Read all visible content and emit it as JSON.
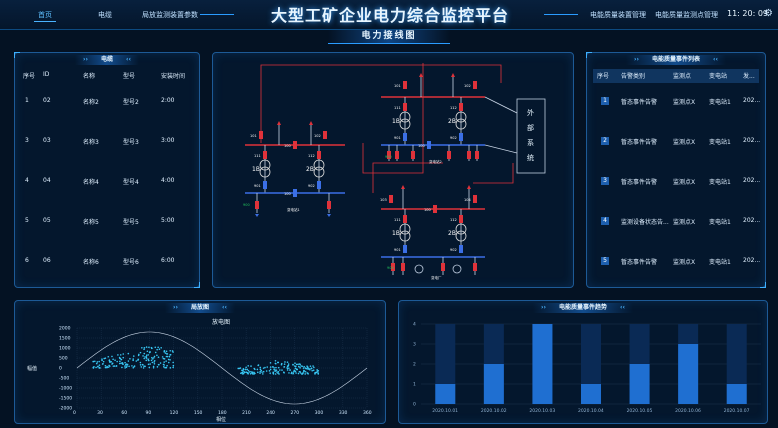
{
  "header": {
    "title": "大型工矿企业电力综合监控平台",
    "nav_left": [
      "首页",
      "电缆",
      "局放监测装置参数"
    ],
    "nav_right": [
      "电能质量装置管理",
      "电能质量监测点管理"
    ],
    "clock": "11: 20: 09"
  },
  "subtitle": "电力接线图",
  "cable_panel": {
    "title": "电缆",
    "columns": [
      "序号",
      "ID",
      "名称",
      "型号",
      "安装时间"
    ],
    "rows": [
      [
        "1",
        "02",
        "名称2",
        "型号2",
        "2:00"
      ],
      [
        "3",
        "03",
        "名称3",
        "型号3",
        "3:00"
      ],
      [
        "4",
        "04",
        "名称4",
        "型号4",
        "4:00"
      ],
      [
        "5",
        "05",
        "名称5",
        "型号5",
        "5:00"
      ],
      [
        "6",
        "06",
        "名称6",
        "型号6",
        "6:00"
      ]
    ]
  },
  "event_panel": {
    "title": "电能质量事件列表",
    "columns": [
      "序号",
      "告警类别",
      "监测点",
      "变电站",
      "发..."
    ],
    "rows": [
      [
        "1",
        "暂态事件告警",
        "监测点X",
        "变电站1",
        "202..."
      ],
      [
        "2",
        "暂态事件告警",
        "监测点X",
        "变电站1",
        "202..."
      ],
      [
        "3",
        "暂态事件告警",
        "监测点X",
        "变电站1",
        "202..."
      ],
      [
        "4",
        "监测设备状态告...",
        "监测点X",
        "变电站1",
        "202..."
      ],
      [
        "5",
        "暂态事件告警",
        "监测点X",
        "变电站1",
        "202..."
      ]
    ]
  },
  "diagram": {
    "external_system": [
      "外",
      "部",
      "系",
      "统"
    ],
    "substation_labels": [
      "变电站1",
      "变电站2",
      "变电厂"
    ],
    "transformer_labels": [
      "1B",
      "2B",
      "1B",
      "2B",
      "1B",
      "2B"
    ],
    "breaker_labels": [
      "101",
      "102",
      "111",
      "112",
      "100",
      "901",
      "902",
      "103",
      "104"
    ],
    "feeder_marks": [
      "900",
      "900",
      "900",
      "900"
    ],
    "colors": {
      "high_bus": "#e0323a",
      "low_bus": "#3b6fe6",
      "breaker_red": "#e0323a",
      "breaker_blue": "#3b6fe6",
      "feeder_green": "#22c55e",
      "line": "#c9d6e6"
    }
  },
  "pd_panel": {
    "title": "局放图"
  },
  "trend_panel": {
    "title": "电能质量事件趋势"
  },
  "chart_data": [
    {
      "type": "scatter",
      "title": "放电图",
      "xlabel": "相位",
      "ylabel": "幅值",
      "xlim": [
        0,
        360
      ],
      "ylim": [
        -2000,
        2000
      ],
      "xticks": [
        0,
        30,
        60,
        90,
        120,
        150,
        180,
        210,
        240,
        270,
        300,
        330,
        360
      ],
      "yticks": [
        2000,
        1500,
        1000,
        500,
        0,
        -500,
        -1000,
        -1500,
        -2000
      ],
      "sine_amplitude": 1800,
      "clusters": [
        {
          "x_range": [
            20,
            120
          ],
          "y_range": [
            0,
            1200
          ],
          "peak_x": 90
        },
        {
          "x_range": [
            200,
            300
          ],
          "y_range": [
            -300,
            400
          ],
          "peak_x": 250
        }
      ],
      "grid": true
    },
    {
      "type": "bar",
      "categories": [
        "2020.10.01",
        "2020.10.02",
        "2020.10.03",
        "2020.10.04",
        "2020.10.05",
        "2020.10.06",
        "2020.10.07"
      ],
      "values": [
        1,
        2,
        4,
        1,
        2,
        3,
        1
      ],
      "ylim": [
        0,
        4
      ],
      "yticks": [
        0,
        1,
        2,
        3,
        4
      ],
      "colors": {
        "bar": "#1f6fd1",
        "track": "#0a2a55"
      },
      "grid": true
    }
  ]
}
